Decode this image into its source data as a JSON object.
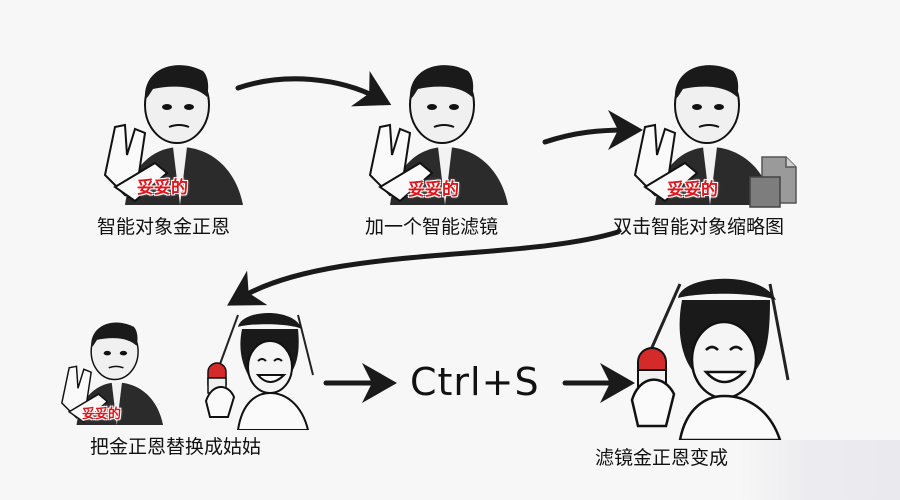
{
  "steps": [
    {
      "caption": "智能对象金正恩",
      "badge": "妥妥的"
    },
    {
      "caption": "加一个智能滤镜",
      "badge": "妥妥的"
    },
    {
      "caption": "双击智能对象缩略图",
      "badge": "妥妥的"
    },
    {
      "caption": "把金正恩替换成姑姑",
      "badge": "妥妥的"
    },
    {
      "caption": "滤镜金正恩变成"
    }
  ],
  "shortcut": "Ctrl+S",
  "colors": {
    "badge": "#e0151b",
    "ink": "#111111",
    "pill": "#d42a2a"
  },
  "icons": [
    "man-clapping-illustration",
    "woman-pill-illustration",
    "file-thumbnail-icon",
    "arrow-right-icon",
    "curved-arrow-icon"
  ]
}
